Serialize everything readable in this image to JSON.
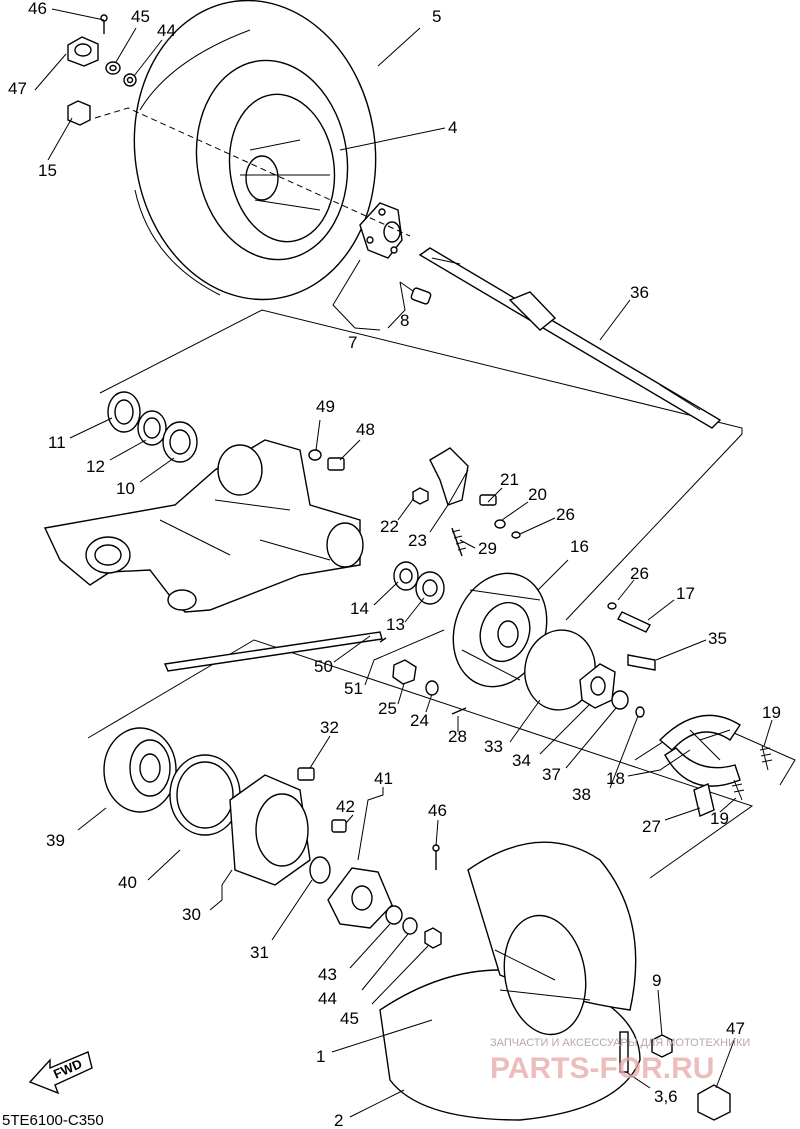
{
  "diagram": {
    "code": "5TE6100-C350",
    "direction_label": "FWD",
    "watermark": {
      "small": "ЗАПЧАСТИ И АКСЕССУАРЫ ДЛЯ МОТОТЕХНИКИ",
      "large": "PARTS-FOR.RU"
    },
    "callouts": {
      "c46a": "46",
      "c45a": "45",
      "c44a": "44",
      "c47a": "47",
      "c15": "15",
      "c5": "5",
      "c4": "4",
      "c8": "8",
      "c7": "7",
      "c36": "36",
      "c11": "11",
      "c12": "12",
      "c10": "10",
      "c49": "49",
      "c48": "48",
      "c21": "21",
      "c20": "20",
      "c22": "22",
      "c23": "23",
      "c29": "29",
      "c26a": "26",
      "c16": "16",
      "c14": "14",
      "c13": "13",
      "c26b": "26",
      "c17": "17",
      "c50": "50",
      "c51": "51",
      "c25": "25",
      "c24": "24",
      "c28": "28",
      "c35": "35",
      "c33": "33",
      "c34": "34",
      "c37": "37",
      "c38": "38",
      "c18": "18",
      "c19a": "19",
      "c19b": "19",
      "c27": "27",
      "c32": "32",
      "c41": "41",
      "c42": "42",
      "c39": "39",
      "c40": "40",
      "c30": "30",
      "c31": "31",
      "c46b": "46",
      "c43": "43",
      "c44b": "44",
      "c45b": "45",
      "c9": "9",
      "c1": "1",
      "c2": "2",
      "c36b": "3,6",
      "c47b": "47"
    }
  }
}
